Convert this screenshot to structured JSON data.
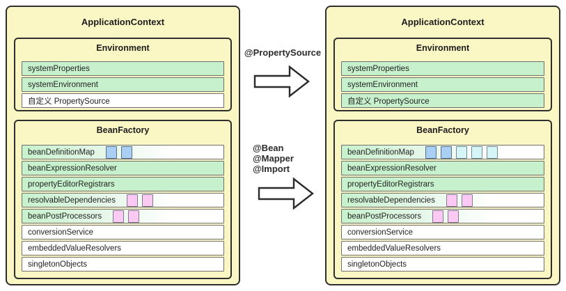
{
  "colors": {
    "canvas_bg": "#FFFFFF",
    "panel_yellow": "#FBF7C4",
    "row_green": "#C7F1CC",
    "row_white": "#FFFFFF",
    "square_blue": "#A9CFF4",
    "square_cyan": "#D6F5F6",
    "square_pink": "#FACAF5",
    "outline_dark": "#2E2E2E",
    "row_border": "#6E6E6E",
    "text": "#222222"
  },
  "left_panel": {
    "title": "ApplicationContext",
    "environment": {
      "title": "Environment",
      "rows": [
        {
          "label": "systemProperties",
          "bg": "green",
          "squares": []
        },
        {
          "label": "systemEnvironment",
          "bg": "green",
          "squares": []
        },
        {
          "label": "自定义 PropertySource",
          "bg": "white",
          "squares": []
        }
      ]
    },
    "bean_factory": {
      "title": "BeanFactory",
      "rows": [
        {
          "label": "beanDefinitionMap",
          "bg": "gradient",
          "squares": [
            "blue",
            "blue"
          ]
        },
        {
          "label": "beanExpressionResolver",
          "bg": "green",
          "squares": []
        },
        {
          "label": "propertyEditorRegistrars",
          "bg": "green",
          "squares": []
        },
        {
          "label": "resolvableDependencies",
          "bg": "gradient",
          "squares": [
            "pink",
            "pink"
          ]
        },
        {
          "label": "beanPostProcessors",
          "bg": "gradient",
          "squares": [
            "pink",
            "pink"
          ]
        },
        {
          "label": "conversionService",
          "bg": "white",
          "squares": []
        },
        {
          "label": "embeddedValueResolvers",
          "bg": "white",
          "squares": []
        },
        {
          "label": "singletonObjects",
          "bg": "white",
          "squares": []
        }
      ]
    }
  },
  "annotations": {
    "property_source": "@PropertySource",
    "bean": "@Bean",
    "mapper": "@Mapper",
    "import": "@Import"
  },
  "right_panel": {
    "title": "ApplicationContext",
    "environment": {
      "title": "Environment",
      "rows": [
        {
          "label": "systemProperties",
          "bg": "green",
          "squares": []
        },
        {
          "label": "systemEnvironment",
          "bg": "green",
          "squares": []
        },
        {
          "label": "自定义 PropertySource",
          "bg": "green",
          "squares": []
        }
      ]
    },
    "bean_factory": {
      "title": "BeanFactory",
      "rows": [
        {
          "label": "beanDefinitionMap",
          "bg": "gradient",
          "squares": [
            "blue",
            "blue",
            "cyan",
            "cyan",
            "cyan"
          ]
        },
        {
          "label": "beanExpressionResolver",
          "bg": "green",
          "squares": []
        },
        {
          "label": "propertyEditorRegistrars",
          "bg": "green",
          "squares": []
        },
        {
          "label": "resolvableDependencies",
          "bg": "gradient",
          "squares": [
            "pink",
            "pink"
          ]
        },
        {
          "label": "beanPostProcessors",
          "bg": "gradient",
          "squares": [
            "pink",
            "pink"
          ]
        },
        {
          "label": "conversionService",
          "bg": "white",
          "squares": []
        },
        {
          "label": "embeddedValueResolvers",
          "bg": "white",
          "squares": []
        },
        {
          "label": "singletonObjects",
          "bg": "white",
          "squares": []
        }
      ]
    }
  }
}
